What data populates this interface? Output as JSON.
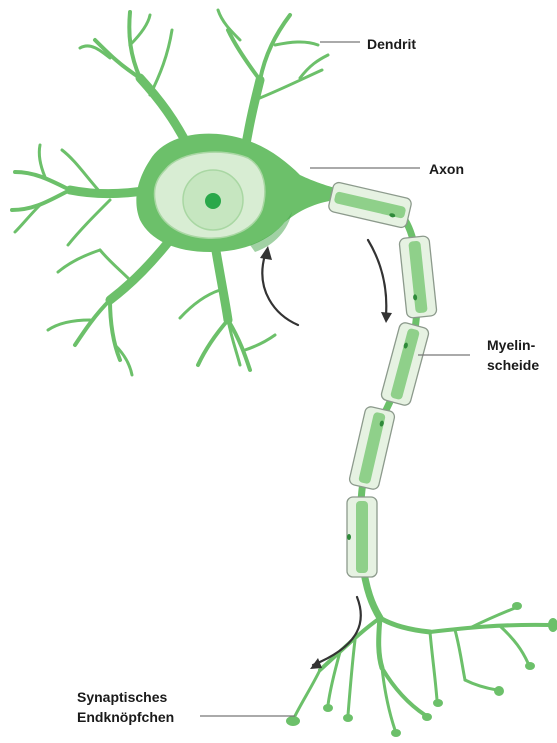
{
  "labels": {
    "dendrit": "Dendrit",
    "axon": "Axon",
    "myelin_line1": "Myelin-",
    "myelin_line2": "scheide",
    "synapse_line1": "Synaptisches",
    "synapse_line2": "Endknöpfchen"
  },
  "colors": {
    "neuron_green": "#6cc06a",
    "neuron_dark": "#43a34a",
    "nucleus_fill": "#d8edd3",
    "nucleolus": "#2aa84a",
    "myelin_fill": "#e6f2e2",
    "myelin_stroke": "#8c9a8c",
    "arrow": "#333333",
    "leader": "#777777"
  },
  "icons": [
    "signal-direction-arrow"
  ]
}
